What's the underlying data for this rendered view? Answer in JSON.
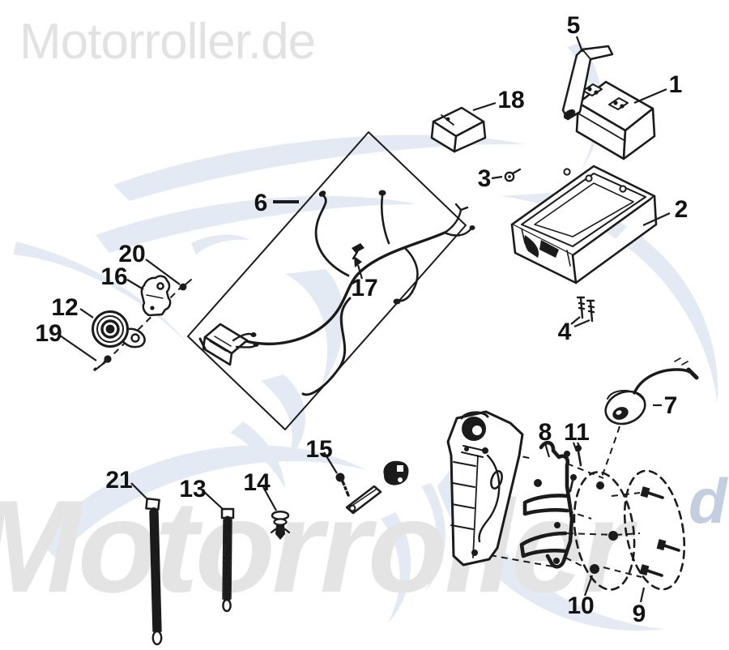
{
  "diagram": {
    "watermark_top": "Motorroller.de",
    "watermark_giant": "Motorroller",
    "watermark_fragment": "de",
    "colors": {
      "background": "#ffffff",
      "line": "#1b1b1b",
      "label_text": "#121212",
      "watermark_gray": "#e3e3e3",
      "watermark_blue": "#c3cee1",
      "swirl_blue": "#e4eaf4"
    }
  },
  "callouts": [
    {
      "label": "1"
    },
    {
      "label": "2"
    },
    {
      "label": "3"
    },
    {
      "label": "4"
    },
    {
      "label": "5"
    },
    {
      "label": "6"
    },
    {
      "label": "7"
    },
    {
      "label": "8"
    },
    {
      "label": "9"
    },
    {
      "label": "10"
    },
    {
      "label": "11"
    },
    {
      "label": "12"
    },
    {
      "label": "13"
    },
    {
      "label": "14"
    },
    {
      "label": "15"
    },
    {
      "label": "16"
    },
    {
      "label": "17"
    },
    {
      "label": "18"
    },
    {
      "label": "19"
    },
    {
      "label": "20"
    },
    {
      "label": "21"
    }
  ]
}
